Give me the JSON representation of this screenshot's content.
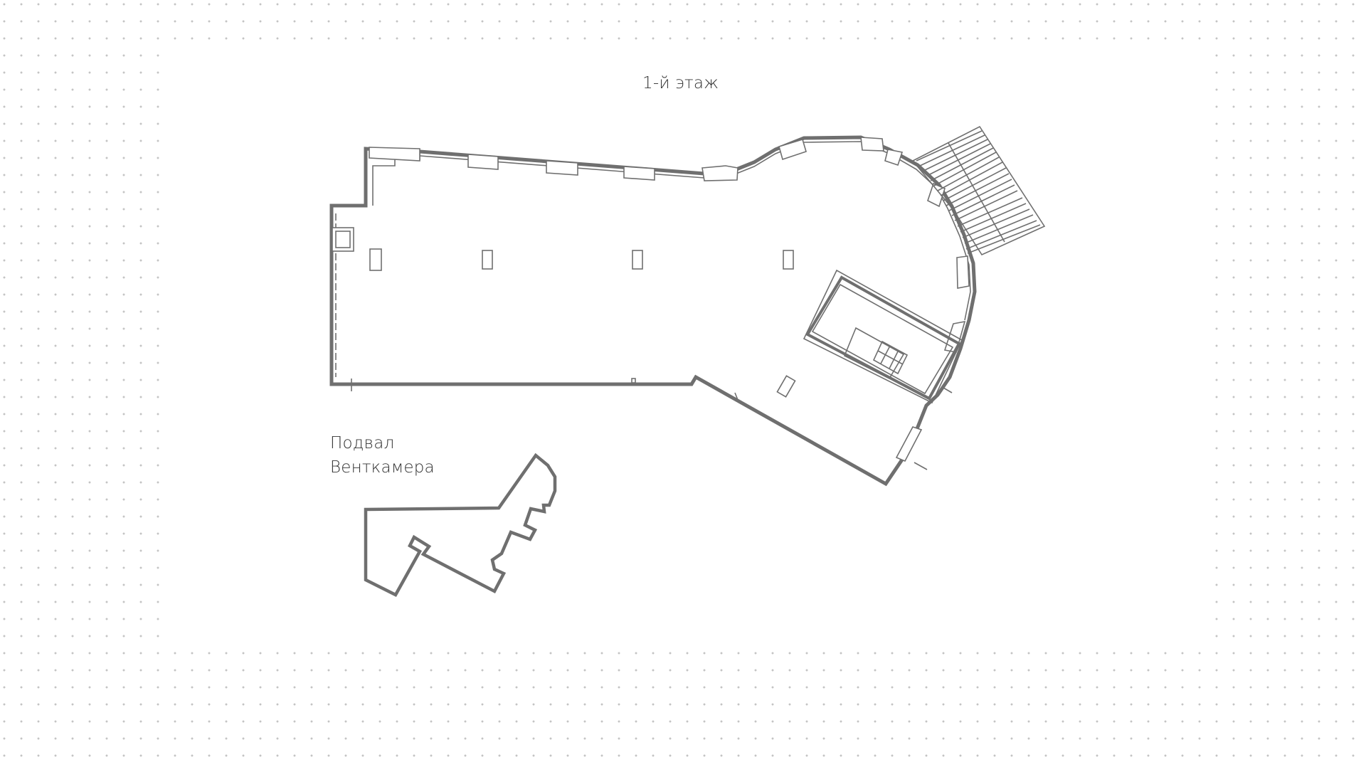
{
  "floor_plan": {
    "main_floor_label": "1-й этаж",
    "basement": {
      "line1": "Подвал",
      "line2": "Венткамера"
    }
  },
  "colors": {
    "wall": "#6f6f6f",
    "text": "#333333",
    "grid_dot": "#c4c4c4",
    "background": "#ffffff"
  }
}
